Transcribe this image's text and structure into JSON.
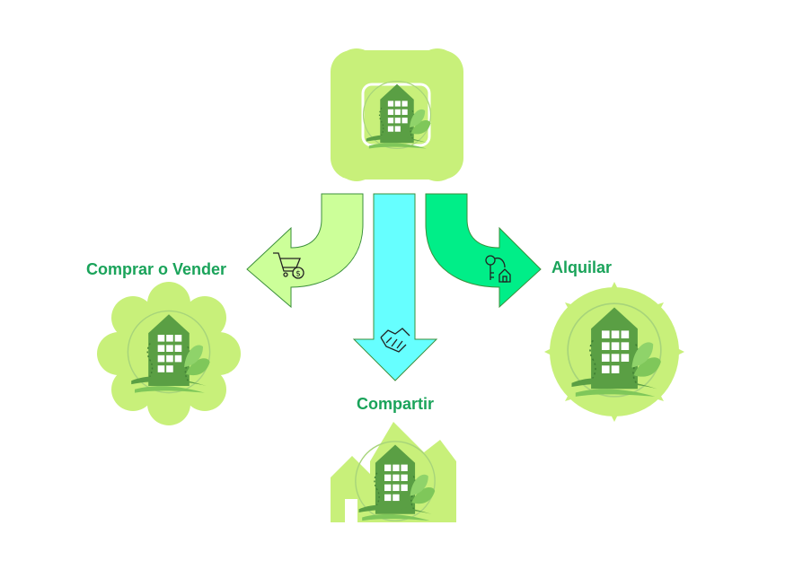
{
  "labels": {
    "left": "Comprar o Vender",
    "center": "Compartir",
    "right": "Alquilar"
  },
  "colors": {
    "label": "#1aa35a",
    "badge_fill": "#c8f07a",
    "badge_ring": "#a7d47a",
    "building": "#5a9f44",
    "window": "#ffffff",
    "leaf": "#7fc75a",
    "arrow_left": "#ccff99",
    "arrow_center": "#66ffff",
    "arrow_right": "#00ee88",
    "arrow_stroke": "#3b8f3b",
    "icon_stroke": "#222222"
  },
  "icons": {
    "left_arrow": "shopping-cart-dollar-icon",
    "center_arrow": "handshake-icon",
    "right_arrow": "house-key-tag-icon"
  }
}
